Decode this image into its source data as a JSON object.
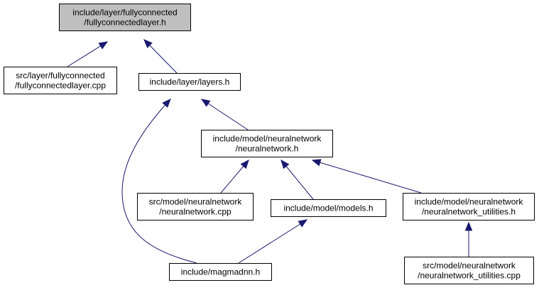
{
  "colors": {
    "edge": "#191970",
    "root_fill": "#bfbfbf",
    "node_fill": "#ffffff",
    "border": "#000000"
  },
  "nodes": [
    {
      "id": "fullyconnectedlayer_h",
      "lines": [
        "include/layer/fullyconnected",
        "/fullyconnectedlayer.h"
      ],
      "root": true
    },
    {
      "id": "fullyconnectedlayer_cpp",
      "lines": [
        "src/layer/fullyconnected",
        "/fullyconnectedlayer.cpp"
      ]
    },
    {
      "id": "layers_h",
      "lines": [
        "include/layer/layers.h"
      ]
    },
    {
      "id": "neuralnetwork_h",
      "lines": [
        "include/model/neuralnetwork",
        "/neuralnetwork.h"
      ]
    },
    {
      "id": "neuralnetwork_cpp",
      "lines": [
        "src/model/neuralnetwork",
        "/neuralnetwork.cpp"
      ]
    },
    {
      "id": "models_h",
      "lines": [
        "include/model/models.h"
      ]
    },
    {
      "id": "nn_utilities_h",
      "lines": [
        "include/model/neuralnetwork",
        "/neuralnetwork_utilities.h"
      ]
    },
    {
      "id": "magmadnn_h",
      "lines": [
        "include/magmadnn.h"
      ]
    },
    {
      "id": "nn_utilities_cpp",
      "lines": [
        "src/model/neuralnetwork",
        "/neuralnetwork_utilities.cpp"
      ]
    }
  ]
}
